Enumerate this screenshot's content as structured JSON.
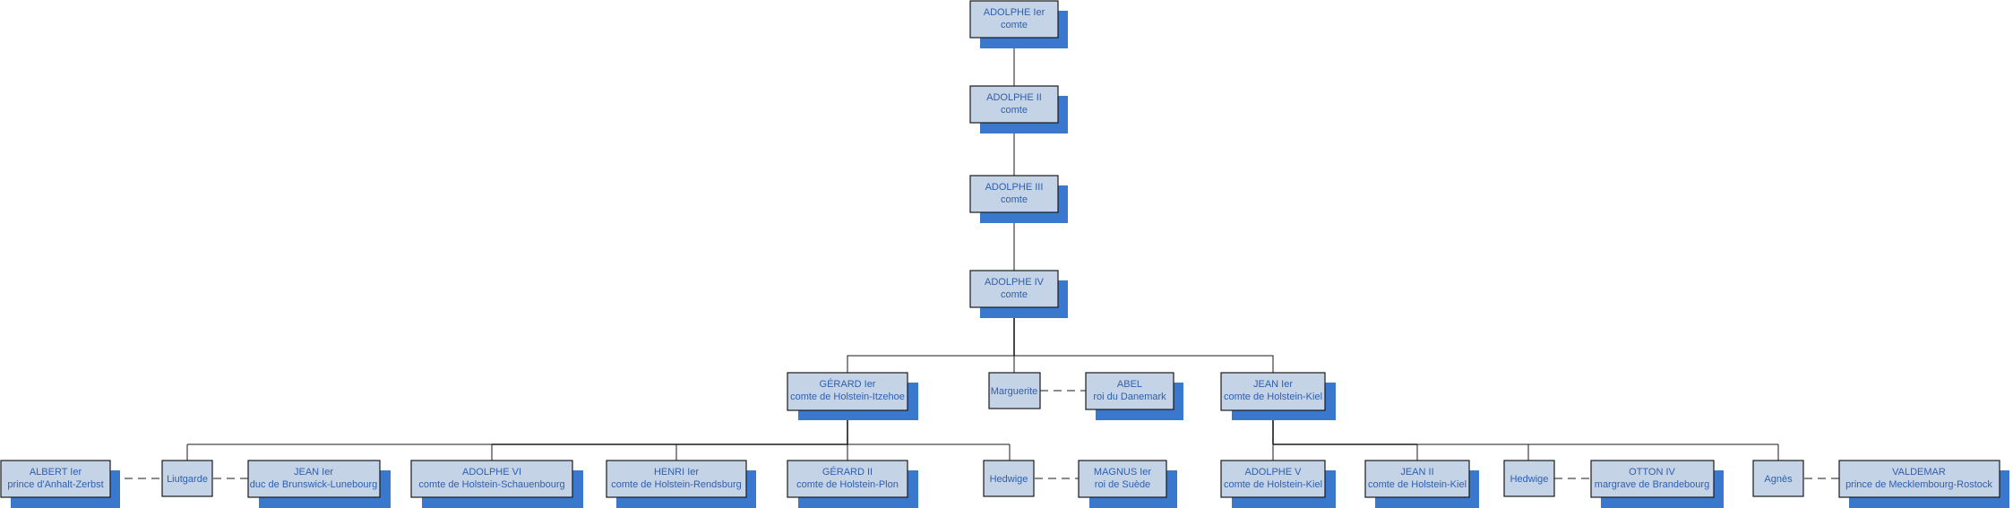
{
  "colors": {
    "box_fill": "#c5d3e6",
    "box_border": "#1a1a1a",
    "shadow": "#3a78cd",
    "text": "#2d5fb0",
    "line": "#1a1a1a"
  },
  "nodes": {
    "adolphe1": {
      "line1": "ADOLPHE Ier",
      "line2": "comte"
    },
    "adolphe2": {
      "line1": "ADOLPHE II",
      "line2": "comte"
    },
    "adolphe3": {
      "line1": "ADOLPHE III",
      "line2": "comte"
    },
    "adolphe4": {
      "line1": "ADOLPHE IV",
      "line2": "comte"
    },
    "gerard1": {
      "line1": "GÉRARD Ier",
      "line2": "comte de Holstein-Itzehoe"
    },
    "marguerite": {
      "line1": "Marguerite",
      "line2": ""
    },
    "abel": {
      "line1": "ABEL",
      "line2": "roi du Danemark"
    },
    "jean1kiel": {
      "line1": "JEAN Ier",
      "line2": "comte de Holstein-Kiel"
    },
    "albert1": {
      "line1": "ALBERT Ier",
      "line2": "prince d'Anhalt-Zerbst"
    },
    "liutgarde": {
      "line1": "Liutgarde",
      "line2": ""
    },
    "jean1brun": {
      "line1": "JEAN Ier",
      "line2": "duc de Brunswick-Lunebourg"
    },
    "adolphe6": {
      "line1": "ADOLPHE VI",
      "line2": "comte de Holstein-Schauenbourg"
    },
    "henri1": {
      "line1": "HENRI Ier",
      "line2": "comte de Holstein-Rendsburg"
    },
    "gerard2": {
      "line1": "GÉRARD II",
      "line2": "comte de Holstein-Plon"
    },
    "hedwige1": {
      "line1": "Hedwige",
      "line2": ""
    },
    "magnus1": {
      "line1": "MAGNUS Ier",
      "line2": "roi de Suède"
    },
    "adolphe5": {
      "line1": "ADOLPHE V",
      "line2": "comte de Holstein-Kiel"
    },
    "jean2": {
      "line1": "JEAN II",
      "line2": "comte de Holstein-Kiel"
    },
    "hedwige2": {
      "line1": "Hedwige",
      "line2": ""
    },
    "otton4": {
      "line1": "OTTON IV",
      "line2": "margrave de Brandebourg"
    },
    "agnes": {
      "line1": "Agnès",
      "line2": ""
    },
    "valdemar": {
      "line1": "VALDEMAR",
      "line2": "prince de Mecklembourg-Rostock"
    }
  }
}
